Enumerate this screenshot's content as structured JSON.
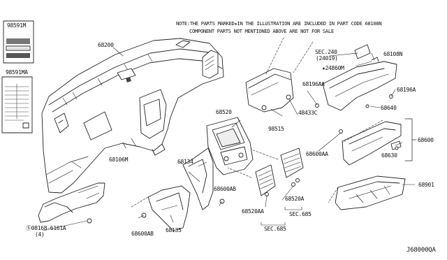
{
  "note": {
    "line1": "NOTE:THE PARTS MARKED★IN THE ILLUSTRATION ARE INCLUDED IN PART CODE 68108N",
    "line2": "COMPONENT PARTS NOT MENTIONED ABOVE ARE NOT FOR SALE"
  },
  "labels": {
    "p98591M": "98591M",
    "p98591MA": "98591MA",
    "p68200": "68200",
    "p68106M": "68106M",
    "p68134": "68134",
    "p68135": "68135",
    "p68600AB_left": "68600AB",
    "p68600AB_mid": "68600AB",
    "p08168": "Ⓢ08168-6161A",
    "p08168_qty": "(4)",
    "p68520": "68520",
    "p98515": "98515",
    "p48433C": "48433C",
    "p68520A": "68520A",
    "p68520AA": "68520AA",
    "sec685_a": "SEC.685",
    "sec685_b": "SEC.685",
    "sec240": "SEC.240",
    "sec240_sub": "(24019)",
    "p68108N": "68108N",
    "p24860M": "★24860M",
    "p68196AA": "68196AA",
    "p68196A": "68196A",
    "p68640": "68640",
    "p68600AA": "68600AA",
    "p68600": "68600",
    "p68630": "68630",
    "p68901": "68901"
  },
  "diagram_code": "J68000QA"
}
